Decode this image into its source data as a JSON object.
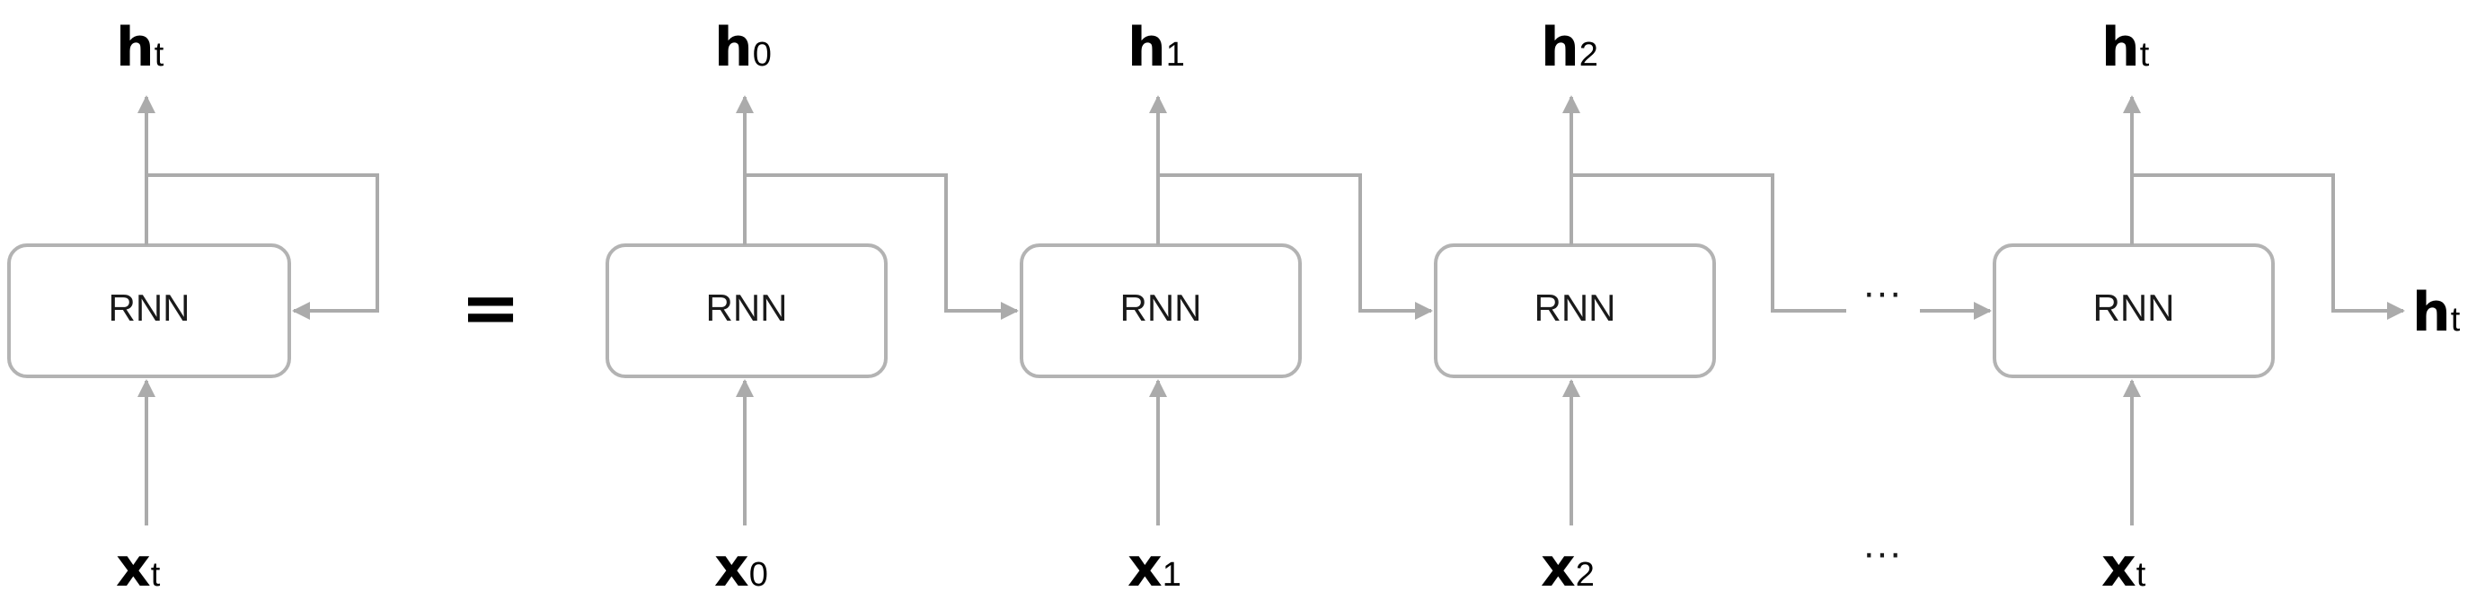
{
  "rnn_label": "RNN",
  "equals_sign": "=",
  "ellipsis": "···",
  "folded": {
    "output": {
      "main": "h",
      "sub": "t"
    },
    "input": {
      "main": "x",
      "sub": "t"
    }
  },
  "unrolled": [
    {
      "output": {
        "main": "h",
        "sub": "0"
      },
      "input": {
        "main": "x",
        "sub": "0"
      }
    },
    {
      "output": {
        "main": "h",
        "sub": "1"
      },
      "input": {
        "main": "x",
        "sub": "1"
      }
    },
    {
      "output": {
        "main": "h",
        "sub": "2"
      },
      "input": {
        "main": "x",
        "sub": "2"
      }
    },
    {
      "output": {
        "main": "h",
        "sub": "t"
      },
      "input": {
        "main": "x",
        "sub": "t"
      }
    }
  ],
  "final_output": {
    "main": "h",
    "sub": "t"
  }
}
